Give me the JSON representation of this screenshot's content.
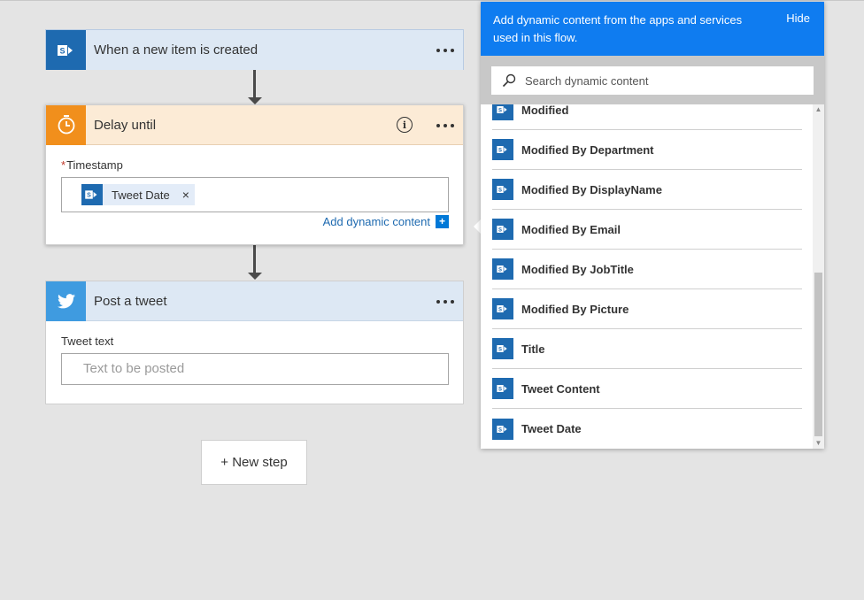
{
  "trigger": {
    "title": "When a new item is created",
    "icon": "sharepoint-icon",
    "color": "#1e6ab0"
  },
  "delay": {
    "title": "Delay until",
    "icon": "timer-icon",
    "color": "#f18f1c",
    "field_label": "Timestamp",
    "required_mark": "*",
    "token_label": "Tweet Date",
    "token_remove": "×",
    "add_dynamic": "Add dynamic content",
    "add_dynamic_icon": "+"
  },
  "tweet": {
    "title": "Post a tweet",
    "icon": "twitter-icon",
    "color": "#3f9be0",
    "field_label": "Tweet text",
    "placeholder": "Text to be posted"
  },
  "new_step": "+ New step",
  "dynamic_panel": {
    "header": "Add dynamic content from the apps and services used in this flow.",
    "hide": "Hide",
    "search_placeholder": "Search dynamic content",
    "accent": "#0f7cf0",
    "items": [
      "Modified",
      "Modified By Department",
      "Modified By DisplayName",
      "Modified By Email",
      "Modified By JobTitle",
      "Modified By Picture",
      "Title",
      "Tweet Content",
      "Tweet Date"
    ]
  }
}
